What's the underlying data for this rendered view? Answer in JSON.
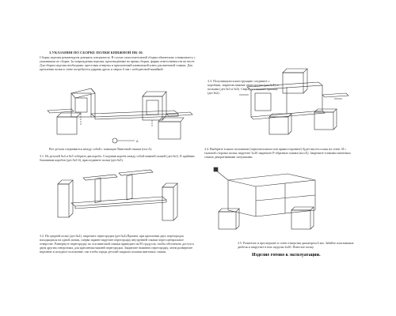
{
  "left": {
    "title": "3.УКАЗАНИЯ ПО СБОРКЕ ПОЛКИ КНИЖНОЙ ПК-10.",
    "intro": "Сборку изделия рекомендуем доверить специалисту. В случае самостоятельной сборки обязательно ознакомьтесь с указаниями по сборке. За повреждения изделия, произведенные во время сборки, фирма ответственности не несет. Для сборки изделия необходимо: крестовая отвертка и прилагаемый кливинский ключ для винтовой стяжки. Для крепления полки к стене потребуется ударная дрель и сверло 6 мм с победитовой напайкой.",
    "fig1_caption": "Все детали соединяются между собой с помощью Винтовой стяжки (поз.А).",
    "step1": "3.1. Из деталей №4 и №5 соберите два короба. Соединив короба между собой нижней полкой (дет.№1). К крайним боковинам коробов (дет.№3-4), присоедините полки (дет.№5).",
    "step2": "3.2. На средней полке (дет.№2), закрепите перегородки (дет.№4).Причем, при креплении двух перегородок находящихся на одной линии, сперва заранее вкрутите перегородку внутренней стяжки через центральное отверстие. Развернуте перегородку по оси винтовой стяжки приведите на 85 градусов, чтобы обеспечить доступ к двум другим отверстиям, для крепления нижней перегородки. Закрепите нижнюю перегородку, затем разверните верхнюю в исходное положение, так чтобы торцы деталей закрыли головки винтовых стяжек."
  },
  "right": {
    "step3": "3.3. Получившуюся конструкцию соедините с коробами, закрепив нижние перегородки (дет.№4), и полками (дет.№3 и №5). Сверху установите крышку (дет.№2).",
    "step4": "3.4. Выберите в какое положение (горизонтальное или прямостороннее) будет висеть полка на стене. И с тыльной стороны полки, вкрутите 3x20 закрепите Р-образные планки (поз.Б). Закрепите тонкими шинтовых стяжек декоративными заглушками.",
    "step5": "3.5. Разметьте и просверлите в стене отверстия диаметром 6 мм. Забейте пластиковые дюбеля и закрутите в них шурупы 4x40. Повесьте полку.",
    "final": "Изделие готово к эксплуатации."
  },
  "part_numbers": [
    "3",
    "4",
    "5",
    "1",
    "2",
    "А",
    "Б"
  ]
}
